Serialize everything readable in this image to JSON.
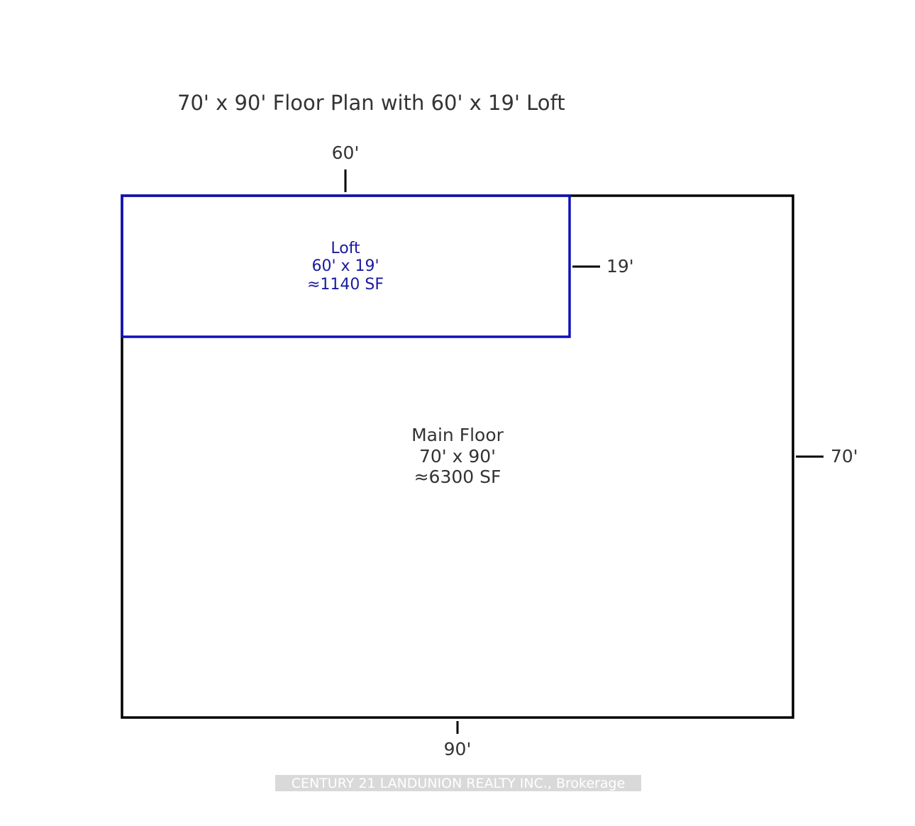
{
  "title": "70' x 90' Floor Plan with 60' x 19' Loft",
  "colors": {
    "main_outline": "#000000",
    "loft_outline": "#1010b8",
    "loft_text": "#1a1aa0",
    "text": "#333333",
    "watermark_bg": "#d9d9d9"
  },
  "main_floor": {
    "label": "Main Floor",
    "size": "70' x 90'",
    "area": "≈6300 SF",
    "width_dim": "90'",
    "depth_dim": "70'"
  },
  "loft": {
    "label": "Loft",
    "size": "60' x 19'",
    "area": "≈1140 SF",
    "width_dim": "60'",
    "depth_dim": "19'"
  },
  "watermark": "CENTURY 21 LANDUNION REALTY INC., Brokerage"
}
